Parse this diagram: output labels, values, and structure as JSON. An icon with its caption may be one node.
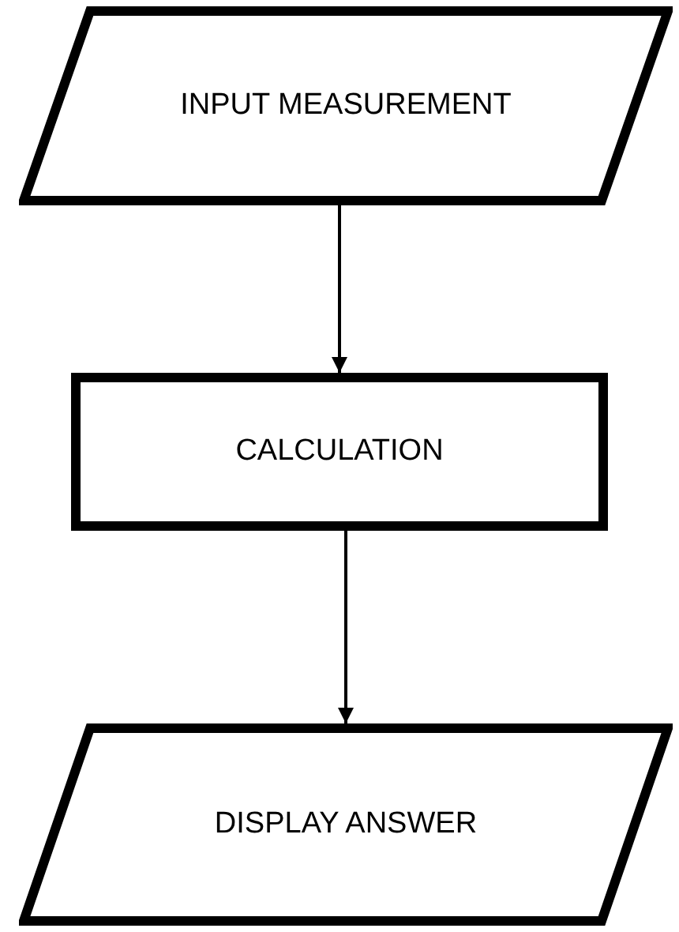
{
  "diagram": {
    "nodes": [
      {
        "text": [
          "INPUT MEASUREMENT"
        ]
      },
      {
        "text": [
          "CALCULATION"
        ]
      },
      {
        "text": [
          "DISPLAY ANSWER"
        ]
      }
    ],
    "edges": [
      {
        "from": 0,
        "to": 1,
        "arrow": "to"
      },
      {
        "from": 1,
        "to": 2,
        "arrow": "to"
      }
    ]
  }
}
